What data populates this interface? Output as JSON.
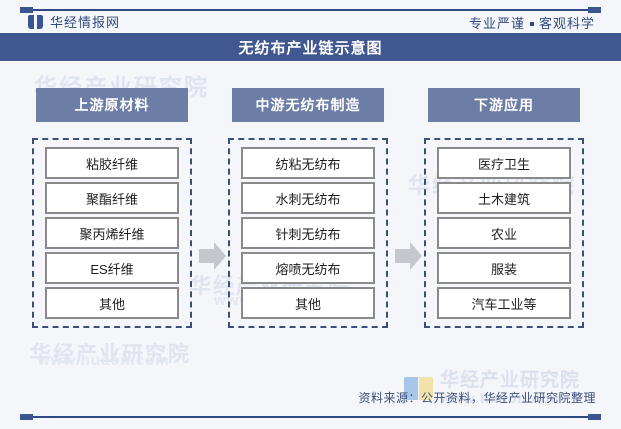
{
  "header": {
    "brand_name": "华经情报网",
    "brand_icon": "open-book-icon",
    "slogan_left": "专业严谨",
    "slogan_right": "客观科学"
  },
  "title": "无纺布产业链示意图",
  "chain": {
    "arrow_icon": "right-arrow-icon",
    "columns": [
      {
        "header": "上游原材料",
        "items": [
          "粘胶纤维",
          "聚酯纤维",
          "聚丙烯纤维",
          "ES纤维",
          "其他"
        ]
      },
      {
        "header": "中游无纺布制造",
        "items": [
          "纺粘无纺布",
          "水刺无纺布",
          "针刺无纺布",
          "熔喷无纺布",
          "其他"
        ]
      },
      {
        "header": "下游应用",
        "items": [
          "医疗卫生",
          "土木建筑",
          "农业",
          "服装",
          "汽车工业等"
        ]
      }
    ]
  },
  "watermark": {
    "logo_cn": "华经产业研究院",
    "logo_url": "www.huaon.com",
    "logo_icon": "open-book-icon",
    "bg_text": "华经产业研究院",
    "bg_url": "www.huaon.com"
  },
  "source": "资料来源：公开资料，华经产业研究院整理",
  "colors": {
    "title_band": "#41578f",
    "column_header": "#6c7da6",
    "dashed_border": "#3c4f7c",
    "item_border": "#8a8a8a",
    "arrow": "#c4c7cc",
    "page_bg": "#f4f6fa",
    "rule": "#2e4a85"
  }
}
